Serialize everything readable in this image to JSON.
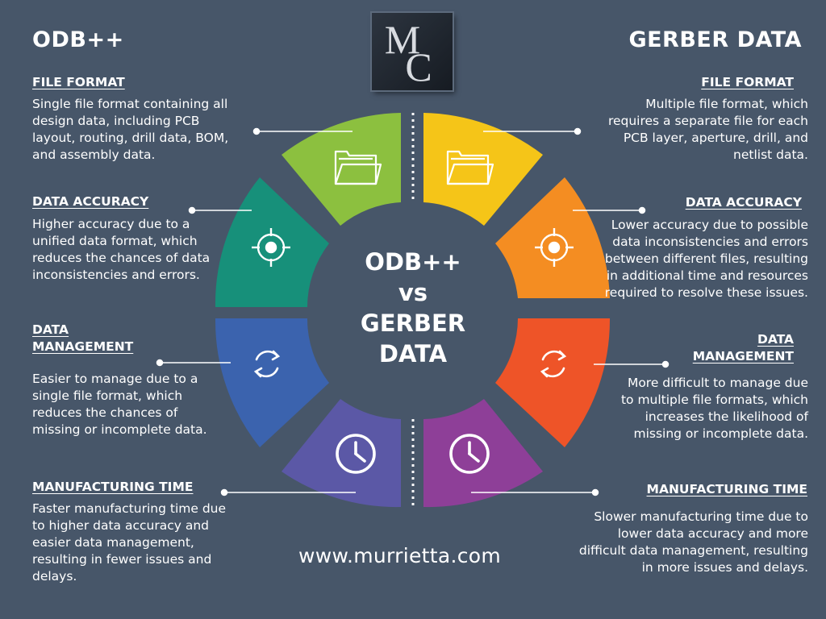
{
  "left": {
    "title": "ODB++",
    "file_format": {
      "heading": "FILE FORMAT",
      "text": "Single file format containing all design data, including PCB layout, routing, drill data, BOM, and assembly data."
    },
    "data_accuracy": {
      "heading": "DATA ACCURACY",
      "text": "Higher accuracy due to a unified data format, which reduces the chances of data inconsistencies and errors."
    },
    "data_management": {
      "heading1": "DATA",
      "heading2": "MANAGEMENT",
      "text": "Easier to manage due to a single file format, which reduces the chances of missing or incomplete data."
    },
    "manufacturing_time": {
      "heading": "MANUFACTURING TIME",
      "text": "Faster manufacturing time due to higher data accuracy and easier data management, resulting in fewer issues and delays."
    }
  },
  "right": {
    "title": "GERBER DATA",
    "file_format": {
      "heading": "FILE FORMAT",
      "text": "Multiple file format, which requires a separate file for each PCB layer, aperture, drill, and netlist data."
    },
    "data_accuracy": {
      "heading": "DATA ACCURACY",
      "text": "Lower accuracy due to possible data inconsistencies and errors between different files, resulting in additional time and resources required to resolve these issues."
    },
    "data_management": {
      "heading1": "DATA",
      "heading2": "MANAGEMENT",
      "text": "More difficult to manage due to multiple file formats, which increases the likelihood of missing or incomplete data."
    },
    "manufacturing_time": {
      "heading": "MANUFACTURING TIME",
      "text": "Slower manufacturing time due to lower data accuracy and more difficult data management, resulting in more issues and delays."
    }
  },
  "center": {
    "line1": "ODB++",
    "line2": "vs",
    "line3": "GERBER",
    "line4": "DATA"
  },
  "logo": {
    "letter1": "M",
    "letter2": "C"
  },
  "footer": {
    "url": "www.murrietta.com"
  },
  "colors": {
    "background": "#475669",
    "left_file_format": "#8cc03f",
    "left_data_accuracy": "#17907a",
    "left_data_management": "#3b63ae",
    "left_manufacturing_time": "#5b58a6",
    "right_file_format": "#f5c518",
    "right_data_accuracy": "#f48d22",
    "right_data_management": "#ee5428",
    "right_manufacturing_time": "#8e3f98"
  },
  "icons": [
    "folder-icon",
    "target-icon",
    "refresh-icon",
    "clock-icon"
  ]
}
